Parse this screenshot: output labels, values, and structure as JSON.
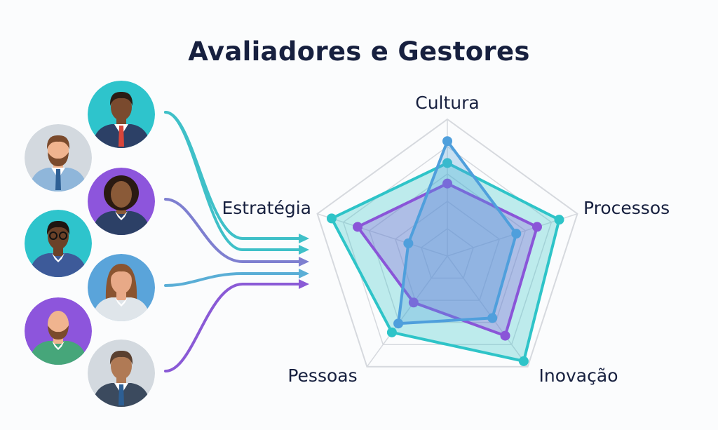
{
  "title": "Avaliadores e Gestores",
  "avatars": [
    {
      "bg": "#2ec4cc",
      "skin": "#7a4a2e",
      "hair": "#2a1c14",
      "shirt": "#2c4066",
      "tie": "#d9463a"
    },
    {
      "bg": "#d3d9df",
      "skin": "#f0b48f",
      "hair": "#7a4a2c",
      "shirt": "#8fb6da",
      "tie": "#2d5f94",
      "beard": true
    },
    {
      "bg": "#8d55dc",
      "skin": "#8a5a38",
      "hair": "#2a1a12",
      "shirt": "#2c4066",
      "tie": null,
      "afro": true
    },
    {
      "bg": "#2ec4cc",
      "skin": "#6b4128",
      "hair": "#1e1510",
      "shirt": "#3d5a99",
      "tie": null,
      "glasses": true
    },
    {
      "bg": "#5aa4da",
      "skin": "#e8a987",
      "hair": "#8a5430",
      "shirt": "#dfe5ea",
      "tie": null,
      "longhair": true
    },
    {
      "bg": "#8d55dc",
      "skin": "#f0b48f",
      "hair": "#7a4a2c",
      "shirt": "#46a67a",
      "tie": null,
      "beard": true,
      "bald": true
    },
    {
      "bg": "#d3d9df",
      "skin": "#b07a55",
      "hair": "#5a4030",
      "shirt": "#3b4a5e",
      "tie": "#2d5f94"
    }
  ],
  "flows": [
    {
      "from": 0,
      "target": 0,
      "color": "#3fc0c8"
    },
    {
      "from": 0,
      "target": 1,
      "color": "#3fc0c8"
    },
    {
      "from": 2,
      "target": 2,
      "color": "#7e7fd0"
    },
    {
      "from": 4,
      "target": 3,
      "color": "#5aaed6"
    },
    {
      "from": 6,
      "target": 4,
      "color": "#8a5ad6"
    }
  ],
  "chart_data": {
    "type": "radar",
    "axes": [
      "Cultura",
      "Processos",
      "Inovação",
      "Pessoas",
      "Estratégia"
    ],
    "range": [
      0,
      100
    ],
    "rings": 5,
    "series": [
      {
        "name": "teal",
        "color": "#2ec4c8",
        "values": [
          68,
          86,
          95,
          69,
          89
        ]
      },
      {
        "name": "purple",
        "color": "#8a55d8",
        "values": [
          53,
          69,
          72,
          42,
          69
        ]
      },
      {
        "name": "blue",
        "color": "#4f9fdc",
        "values": [
          84,
          53,
          56,
          61,
          30
        ]
      }
    ]
  }
}
